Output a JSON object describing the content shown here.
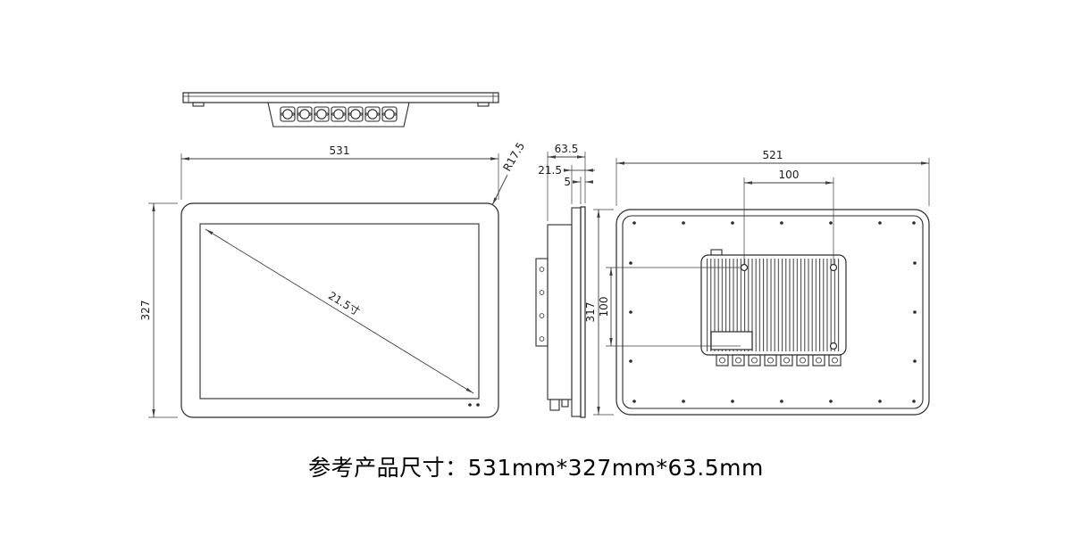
{
  "page": {
    "background": "#ffffff",
    "line_color": "#2a2a2a",
    "caption": "参考产品尺寸：531mm*327mm*63.5mm"
  },
  "front_view": {
    "width": "531",
    "height": "327",
    "diagonal": "21.5寸",
    "corner_radius": "R17.5"
  },
  "side_view": {
    "total_depth": "63.5",
    "front_depth": "21.5",
    "glass_depth": "5"
  },
  "back_view": {
    "width": "521",
    "height": "317",
    "vesa_horizontal": "100",
    "vesa_vertical": "100"
  }
}
